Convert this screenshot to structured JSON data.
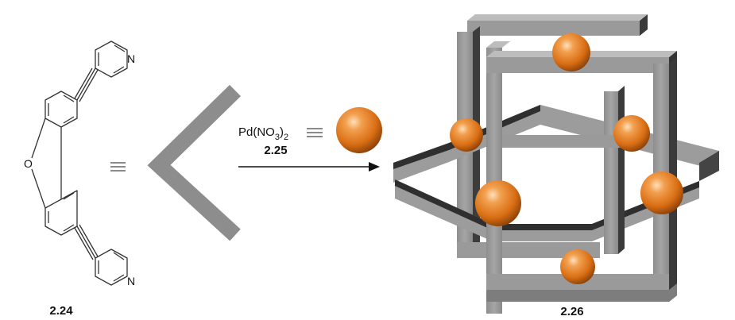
{
  "compounds": {
    "ligand_label": "2.24",
    "metal_label": "2.25",
    "cage_label": "2.26"
  },
  "reagent": {
    "prefix": "Pd(NO",
    "sub1": "3",
    "close": ")",
    "sub2": "2",
    "equiv_symbol": "≡"
  },
  "atoms": {
    "oxygen": "O",
    "nitrogen": "N"
  },
  "colors": {
    "bar_face": "#9b9b9b",
    "bar_dark": "#3c3c3c",
    "bar_light": "#bdbdbd",
    "sphere": "#e07a1f",
    "sphere_dark": "#9a4a0c",
    "sphere_highlight": "#ffd7a8",
    "line": "#333333"
  }
}
